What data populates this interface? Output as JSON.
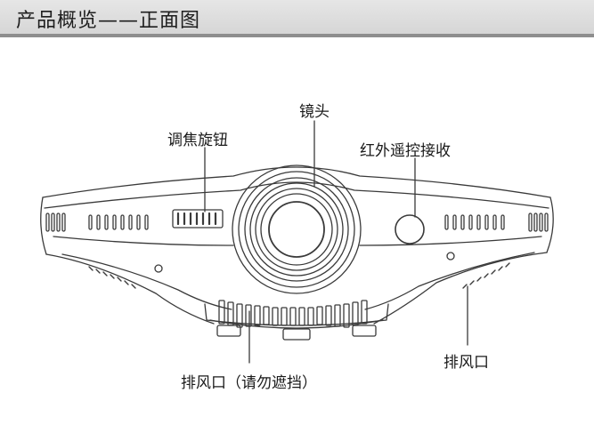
{
  "header": {
    "title": "产品概览——正面图"
  },
  "callouts": {
    "lens": "镜头",
    "focus_knob": "调焦旋钮",
    "ir_receiver": "红外遥控接收",
    "bottom_vent": "排风口（请勿遮挡）",
    "side_vent": "排风口"
  },
  "colors": {
    "line": "#3a3a3a",
    "header_bg": "#dcdcdc",
    "header_rule": "#8e8e8e",
    "text": "#1a1a1a"
  }
}
